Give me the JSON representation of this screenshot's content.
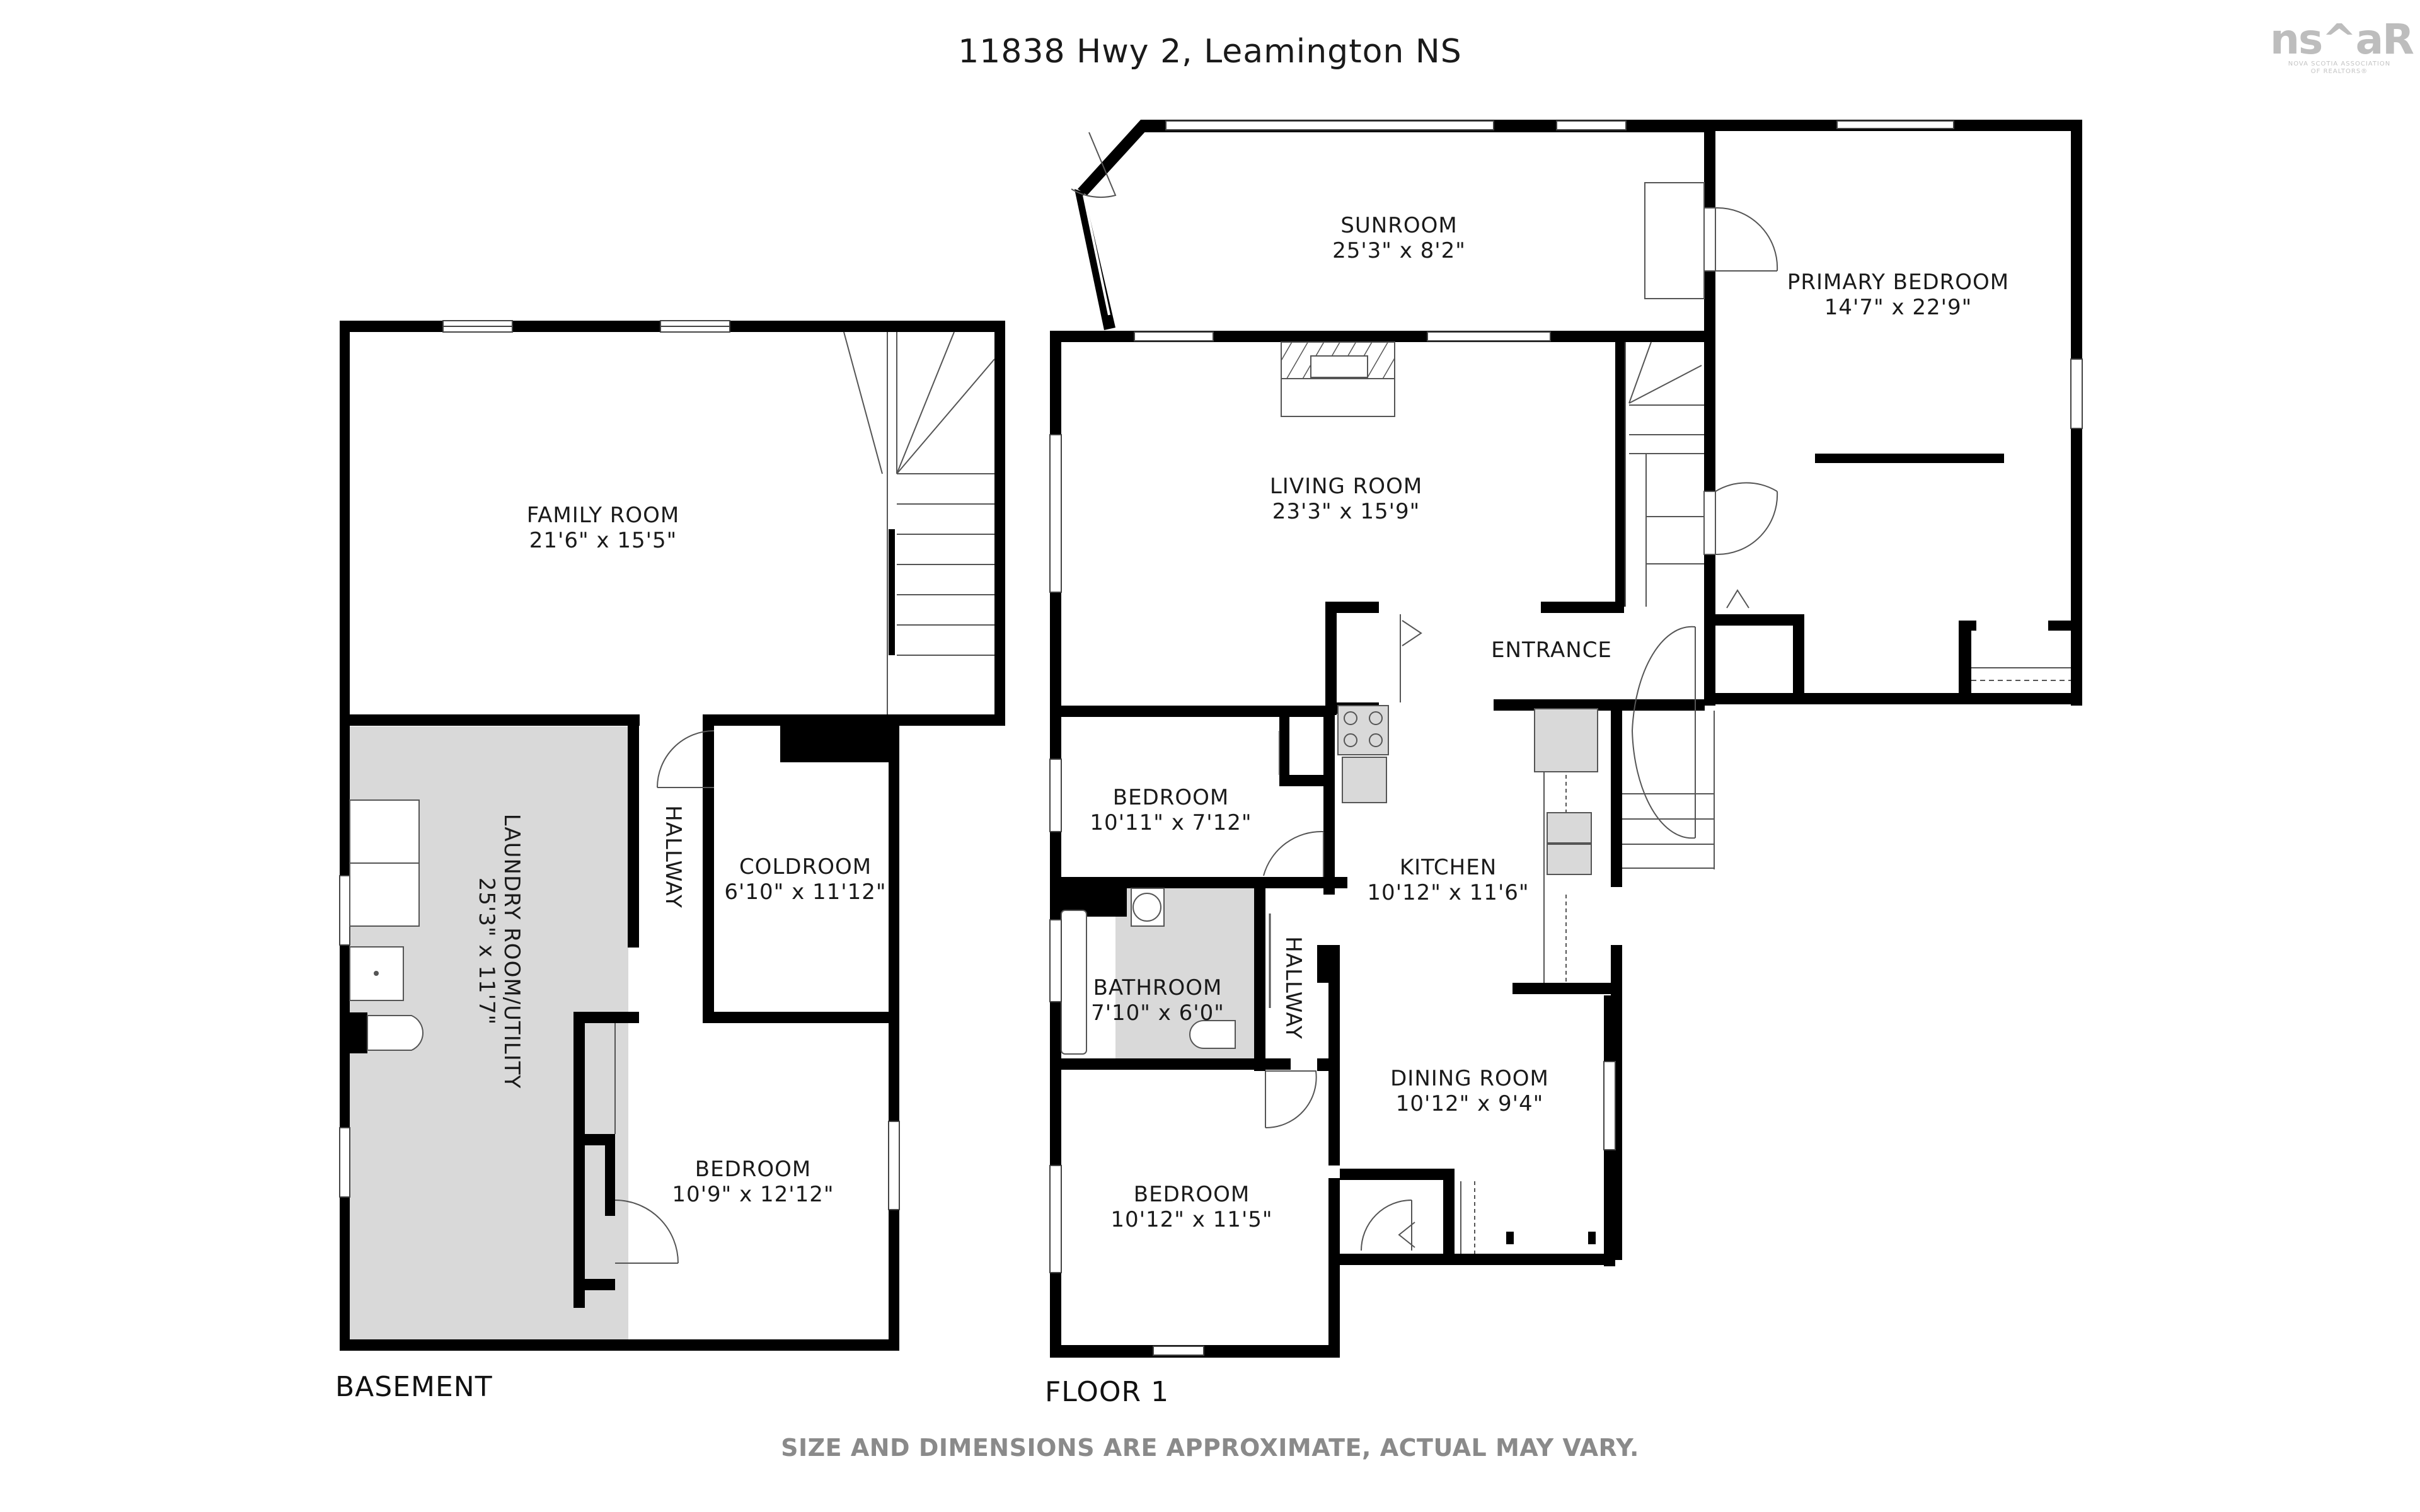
{
  "header": {
    "title": "11838 Hwy 2, Leamington NS"
  },
  "logo": {
    "mark": "ns^aR",
    "subtitle_line1": "NOVA SCOTIA ASSOCIATION",
    "subtitle_line2": "OF REALTORS®",
    "icon": "house-roof-icon"
  },
  "floors": [
    {
      "label": "BASEMENT",
      "rooms": [
        {
          "name": "FAMILY ROOM",
          "dims": "21'6\" x 15'5\""
        },
        {
          "name": "LAUNDRY ROOM/UTILITY",
          "dims": "25'3\" x 11'7\""
        },
        {
          "name": "HALLWAY",
          "dims": ""
        },
        {
          "name": "COLDROOM",
          "dims": "6'10\" x 11'12\""
        },
        {
          "name": "BEDROOM",
          "dims": "10'9\" x 12'12\""
        }
      ]
    },
    {
      "label": "FLOOR 1",
      "rooms": [
        {
          "name": "SUNROOM",
          "dims": "25'3\" x 8'2\""
        },
        {
          "name": "PRIMARY BEDROOM",
          "dims": "14'7\" x 22'9\""
        },
        {
          "name": "LIVING ROOM",
          "dims": "23'3\" x 15'9\""
        },
        {
          "name": "ENTRANCE",
          "dims": ""
        },
        {
          "name": "BEDROOM",
          "dims": "10'11\" x 7'12\""
        },
        {
          "name": "KITCHEN",
          "dims": "10'12\" x 11'6\""
        },
        {
          "name": "BATHROOM",
          "dims": "7'10\" x 6'0\""
        },
        {
          "name": "HALLWAY",
          "dims": ""
        },
        {
          "name": "DINING ROOM",
          "dims": "10'12\" x 9'4\""
        },
        {
          "name": "BEDROOM",
          "dims": "10'12\" x 11'5\""
        }
      ]
    }
  ],
  "footer": {
    "disclaimer": "SIZE AND DIMENSIONS ARE APPROXIMATE, ACTUAL MAY VARY."
  },
  "colors": {
    "wall": "#000000",
    "floor_fill": "#ffffff",
    "tiled_fill": "#d9d9d9",
    "title_text": "#1a1a1a",
    "disclaimer_text": "#8a8a8a",
    "logo": "#bdbdbd"
  }
}
